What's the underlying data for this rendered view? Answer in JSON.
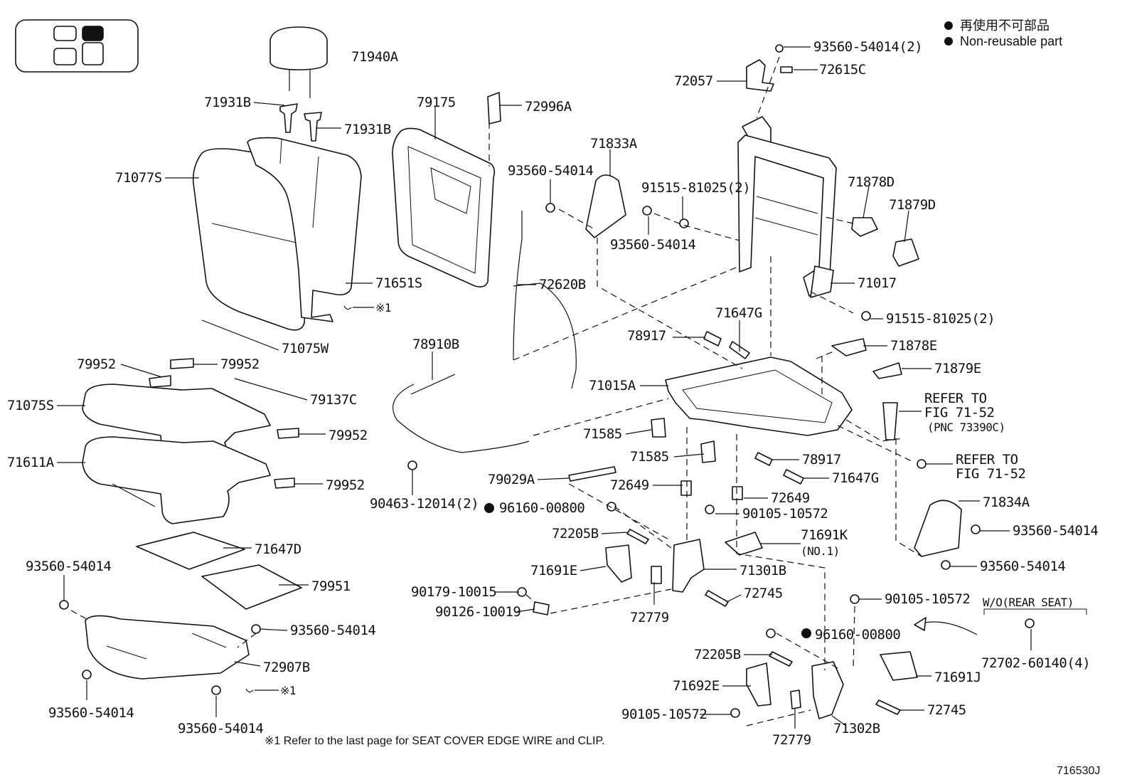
{
  "legend": {
    "line1": "再使用不可部品",
    "line2": "Non-reusable part"
  },
  "footnote": "※1 Refer to the last page for SEAT COVER EDGE WIRE and CLIP.",
  "figure_id": "716530J",
  "note_wo": "W/O(REAR SEAT)",
  "clip_ref": "※1",
  "labels": [
    {
      "id": "l01",
      "text": "71940A"
    },
    {
      "id": "l02",
      "text": "71931B"
    },
    {
      "id": "l03",
      "text": "71931B"
    },
    {
      "id": "l04",
      "text": "71077S"
    },
    {
      "id": "l05",
      "text": "71651S"
    },
    {
      "id": "l06",
      "text": "71075W"
    },
    {
      "id": "l07",
      "text": "79175"
    },
    {
      "id": "l08",
      "text": "72996A"
    },
    {
      "id": "l09",
      "text": "93560-54014"
    },
    {
      "id": "l10",
      "text": "71833A"
    },
    {
      "id": "l11",
      "text": "93560-54014"
    },
    {
      "id": "l12",
      "text": "91515-81025(2)"
    },
    {
      "id": "l13",
      "text": "72620B"
    },
    {
      "id": "l14",
      "text": "93560-54014(2)"
    },
    {
      "id": "l15",
      "text": "72615C"
    },
    {
      "id": "l16",
      "text": "72057"
    },
    {
      "id": "l17",
      "text": "71878D"
    },
    {
      "id": "l18",
      "text": "71879D"
    },
    {
      "id": "l19",
      "text": "71017"
    },
    {
      "id": "l20",
      "text": "91515-81025(2)"
    },
    {
      "id": "l21",
      "text": "71647G"
    },
    {
      "id": "l22",
      "text": "78917"
    },
    {
      "id": "l23",
      "text": "71878E"
    },
    {
      "id": "l24",
      "text": "71879E"
    },
    {
      "id": "l25",
      "text": "71015A"
    },
    {
      "id": "l26",
      "text": "79952"
    },
    {
      "id": "l27",
      "text": "79952"
    },
    {
      "id": "l28",
      "text": "71075S"
    },
    {
      "id": "l29",
      "text": "79137C"
    },
    {
      "id": "l30",
      "text": "79952"
    },
    {
      "id": "l31",
      "text": "71611A"
    },
    {
      "id": "l32",
      "text": "79952"
    },
    {
      "id": "l33",
      "text": "78910B"
    },
    {
      "id": "l34",
      "text": "71585"
    },
    {
      "id": "l35",
      "text": "71585"
    },
    {
      "id": "l36",
      "text": "78917"
    },
    {
      "id": "l37",
      "text": "71647G"
    },
    {
      "id": "l38",
      "text": "79029A"
    },
    {
      "id": "l39",
      "text": "72649"
    },
    {
      "id": "l40",
      "text": "72649"
    },
    {
      "id": "l41",
      "text": "90463-12014(2)"
    },
    {
      "id": "l42",
      "text": "96160-00800"
    },
    {
      "id": "l43",
      "text": "90105-10572"
    },
    {
      "id": "l44",
      "text": "72205B"
    },
    {
      "id": "l45",
      "text": "71691K"
    },
    {
      "id": "l46",
      "text": "(NO.1)"
    },
    {
      "id": "l47",
      "text": "71691E"
    },
    {
      "id": "l48",
      "text": "71301B"
    },
    {
      "id": "l49",
      "text": "71647D"
    },
    {
      "id": "l50",
      "text": "79951"
    },
    {
      "id": "l51",
      "text": "90179-10015"
    },
    {
      "id": "l52",
      "text": "90126-10019"
    },
    {
      "id": "l53",
      "text": "72745"
    },
    {
      "id": "l54",
      "text": "72779"
    },
    {
      "id": "l55",
      "text": "93560-54014"
    },
    {
      "id": "l56",
      "text": "93560-54014"
    },
    {
      "id": "l57",
      "text": "72907B"
    },
    {
      "id": "l58",
      "text": "93560-54014"
    },
    {
      "id": "l59",
      "text": "93560-54014"
    },
    {
      "id": "l60",
      "text": "REFER TO"
    },
    {
      "id": "l61",
      "text": "FIG 71-52"
    },
    {
      "id": "l62",
      "text": "(PNC 73390C)"
    },
    {
      "id": "l63",
      "text": "REFER TO"
    },
    {
      "id": "l64",
      "text": "FIG 71-52"
    },
    {
      "id": "l65",
      "text": "71834A"
    },
    {
      "id": "l66",
      "text": "93560-54014"
    },
    {
      "id": "l67",
      "text": "93560-54014"
    },
    {
      "id": "l68",
      "text": "90105-10572"
    },
    {
      "id": "l69",
      "text": "96160-00800"
    },
    {
      "id": "l70",
      "text": "72205B"
    },
    {
      "id": "l71",
      "text": "71691J"
    },
    {
      "id": "l72",
      "text": "71692E"
    },
    {
      "id": "l73",
      "text": "72745"
    },
    {
      "id": "l74",
      "text": "90105-10572"
    },
    {
      "id": "l75",
      "text": "72779"
    },
    {
      "id": "l76",
      "text": "71302B"
    },
    {
      "id": "l77",
      "text": "72702-60140(4)"
    }
  ]
}
